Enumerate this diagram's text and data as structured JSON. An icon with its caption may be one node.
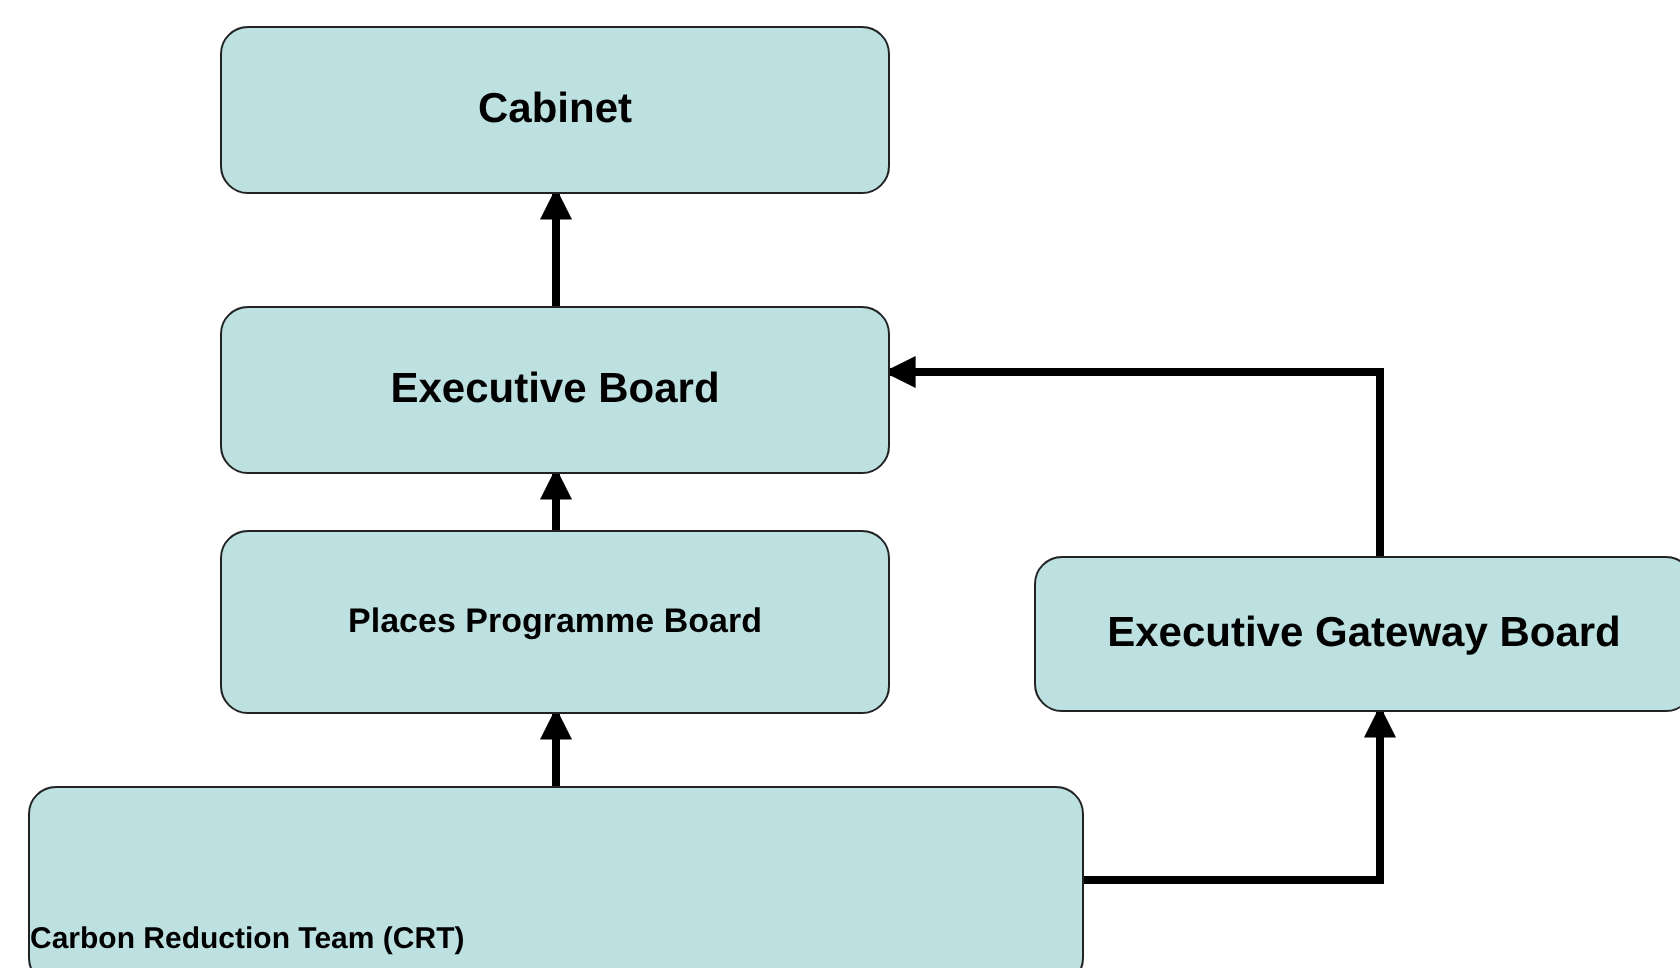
{
  "diagram": {
    "nodes": [
      {
        "text": [
          "Cabinet"
        ]
      },
      {
        "text": [
          "Executive Board"
        ]
      },
      {
        "text": [
          "Places Programme Board"
        ]
      },
      {
        "text": [
          "Executive Gateway Board"
        ]
      },
      {
        "text": [
          "Carbon Reduction Team (CRT)"
        ]
      }
    ],
    "edges": [
      {
        "from": 1,
        "to": 0,
        "arrow": "to"
      },
      {
        "from": 2,
        "to": 1,
        "arrow": "to"
      },
      {
        "from": 4,
        "to": 2,
        "arrow": "to"
      },
      {
        "from": 4,
        "to": 3,
        "arrow": "to"
      },
      {
        "from": 3,
        "to": 1,
        "arrow": "to"
      }
    ]
  }
}
